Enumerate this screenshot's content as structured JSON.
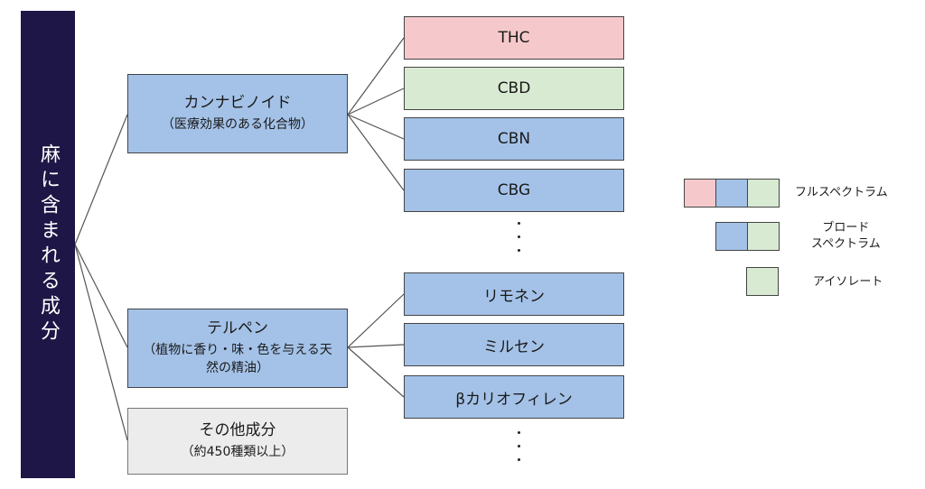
{
  "root": {
    "label": "麻に含まれる成分"
  },
  "groups": [
    {
      "title": "カンナビノイド",
      "subtitle": "（医療効果のある化合物）"
    },
    {
      "title": "テルペン",
      "subtitle": "（植物に香り・味・色を与える天然の精油）"
    },
    {
      "title": "その他成分",
      "subtitle": "（約450種類以上）"
    }
  ],
  "cannabinoids": [
    "THC",
    "CBD",
    "CBN",
    "CBG"
  ],
  "terpenes": [
    "リモネン",
    "ミルセン",
    "βカリオフィレン"
  ],
  "legend": [
    {
      "label": "フルスペクトラム",
      "swatches": [
        "pink",
        "blue",
        "green"
      ]
    },
    {
      "label": "ブロード\nスペクトラム",
      "swatches": [
        "blue",
        "green"
      ]
    },
    {
      "label": "アイソレート",
      "swatches": [
        "green"
      ]
    }
  ],
  "colors": {
    "root": "#1d1646",
    "blue": "#a4c2e8",
    "pink": "#f5c9cb",
    "green": "#d8ead2",
    "gray": "#ececec"
  }
}
